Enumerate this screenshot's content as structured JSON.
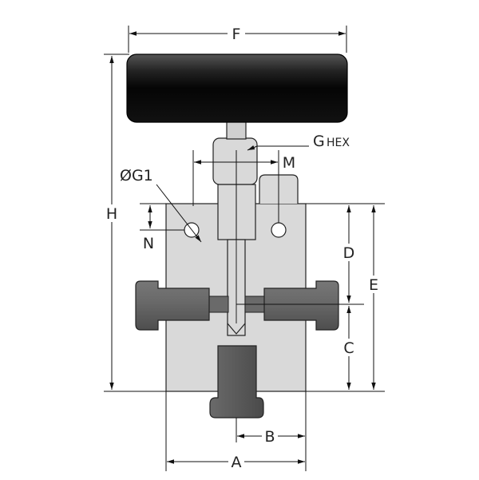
{
  "labels": {
    "F": "F",
    "H": "H",
    "G_main": "G",
    "G_sub": "HEX",
    "M": "M",
    "G1": "ØG1",
    "N": "N",
    "D": "D",
    "E": "E",
    "C": "C",
    "B": "B",
    "A": "A"
  },
  "colors": {
    "body_fill": "#d9d9d9",
    "fitting_dark": "#5c5c5c",
    "fitting_mid": "#7a7a7a",
    "handle": "#111111",
    "line": "#111111",
    "dimension": "#111111"
  }
}
